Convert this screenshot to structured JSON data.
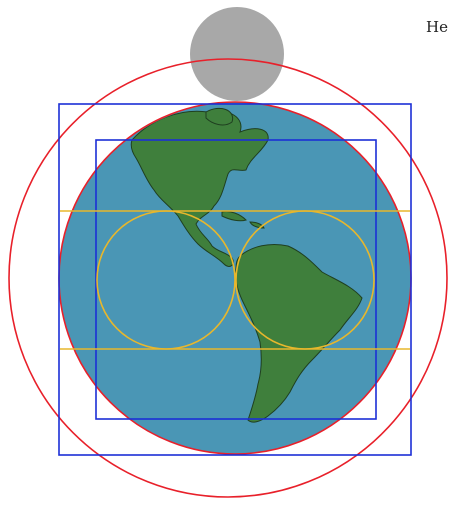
{
  "corner_text": "He",
  "colors": {
    "background": "#ffffff",
    "ocean": "#4a96b5",
    "land": "#3f7f3c",
    "land_outline": "#1f3f20",
    "moon": "#a8a8a8",
    "red_circles": "#e8202a",
    "blue_squares": "#1c2fd6",
    "yellow_lines": "#e8b72c"
  },
  "shapes": [
    {
      "name": "gray-moon-circle",
      "kind": "circle",
      "color_key": "moon"
    },
    {
      "name": "earth-globe",
      "kind": "image"
    },
    {
      "name": "outer-red-circle",
      "kind": "circle",
      "color_key": "red_circles"
    },
    {
      "name": "inner-red-circle",
      "kind": "circle",
      "color_key": "red_circles"
    },
    {
      "name": "outer-blue-square",
      "kind": "square",
      "color_key": "blue_squares"
    },
    {
      "name": "inner-blue-square",
      "kind": "square",
      "color_key": "blue_squares"
    },
    {
      "name": "top-yellow-line",
      "kind": "line",
      "color_key": "yellow_lines"
    },
    {
      "name": "bottom-yellow-line",
      "kind": "line",
      "color_key": "yellow_lines"
    },
    {
      "name": "left-yellow-circle",
      "kind": "circle",
      "color_key": "yellow_lines"
    },
    {
      "name": "right-yellow-circle",
      "kind": "circle",
      "color_key": "yellow_lines"
    }
  ]
}
